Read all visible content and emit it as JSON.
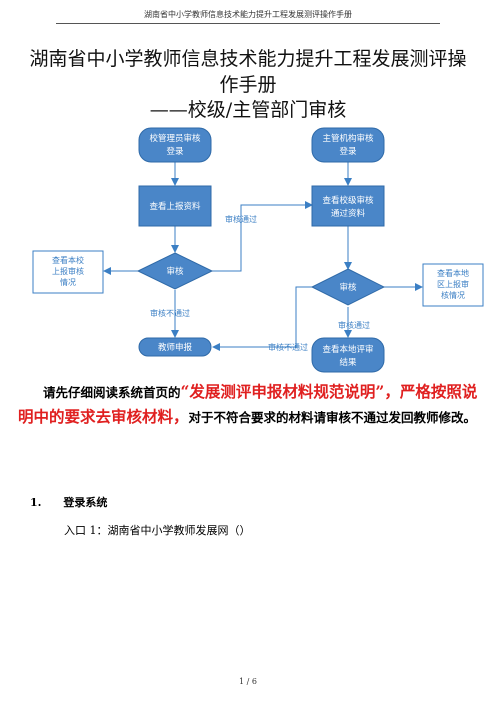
{
  "header": "湖南省中小学教师信息技术能力提升工程发展测评操作手册",
  "title": {
    "line1": "湖南省中小学教师信息技术能力提升工程发展测评操",
    "line2": "作手册",
    "line3": "——校级/主管部门审核"
  },
  "flowchart": {
    "left": {
      "login": [
        "校管理员审核",
        "登录"
      ],
      "view": "查看上报资料",
      "review": "审核",
      "side_note": [
        "查看本校",
        "上报审核",
        "情况"
      ],
      "teacher": "教师申报",
      "pass": "审核通过",
      "fail": "审核不通过"
    },
    "right": {
      "login": [
        "主管机构审核",
        "登录"
      ],
      "view": [
        "查看校级审核",
        "通过资料"
      ],
      "review": "审核",
      "side_note": [
        "查看本地",
        "区上报审",
        "核情况"
      ],
      "result": [
        "查看本地评审",
        "结果"
      ],
      "pass": "审核通过",
      "fail": "审核不通过"
    },
    "colors": {
      "box": "#4a86c8",
      "arrow": "#3b7fc4",
      "label": "#3b7fc4"
    }
  },
  "paragraph": {
    "part1": "请先仔细阅读系统首页的",
    "highlight": "“发展测评申报材料规范说明”，严格按照说明中的要求去审核材料，",
    "part2": "对于不符合要求的材料请审核不通过发回教师修改。"
  },
  "section": {
    "number": "1.",
    "title": "登录系统"
  },
  "entry": "入口 1：湖南省中小学教师发展网（）",
  "page": "1 / 6"
}
